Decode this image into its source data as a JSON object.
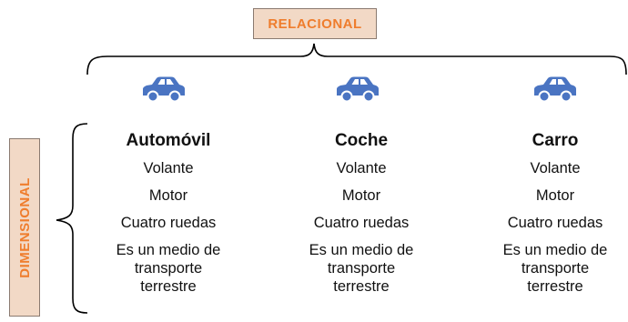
{
  "labels": {
    "top": "RELACIONAL",
    "side": "DIMENSIONAL"
  },
  "columns": [
    {
      "title": "Automóvil",
      "items": [
        "Volante",
        "Motor",
        "Cuatro ruedas"
      ],
      "last": [
        "Es un medio de",
        "transporte",
        "terrestre"
      ]
    },
    {
      "title": "Coche",
      "items": [
        "Volante",
        "Motor",
        "Cuatro ruedas"
      ],
      "last": [
        "Es un medio de",
        "transporte",
        "terrestre"
      ]
    },
    {
      "title": "Carro",
      "items": [
        "Volante",
        "Motor",
        "Cuatro ruedas"
      ],
      "last": [
        "Es un medio de",
        "transporte",
        "terrestre"
      ]
    }
  ],
  "icons": [
    "car-icon",
    "car-icon",
    "car-icon"
  ],
  "colors": {
    "label_bg": "#f2d9c6",
    "label_text": "#ef7d2d",
    "car": "#4a74c2"
  }
}
